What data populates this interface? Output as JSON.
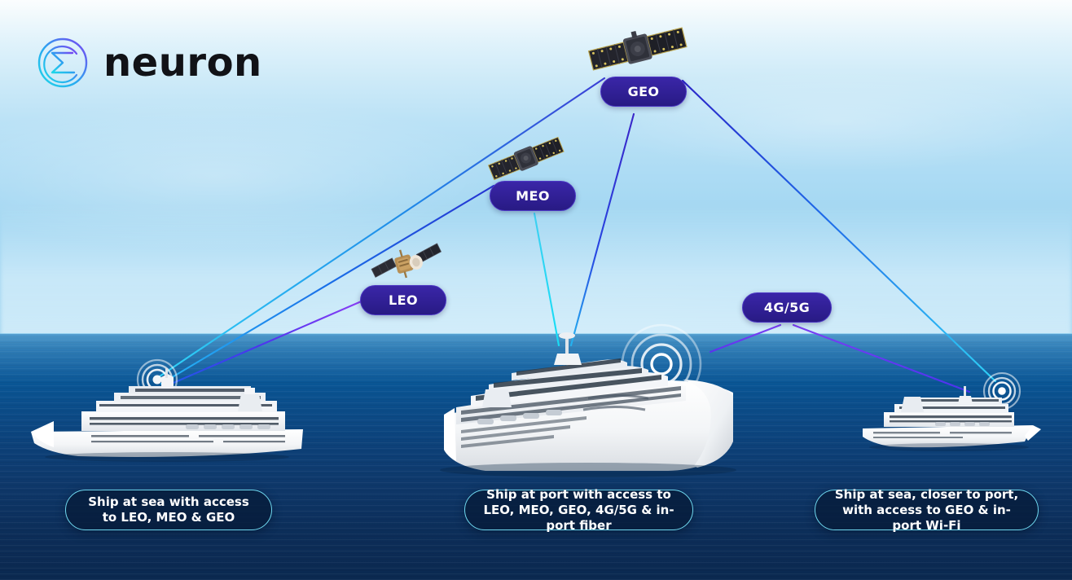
{
  "brand": {
    "name": "neuron",
    "logo_icon": "neuron-sigma-circle-logo",
    "gradient_start": "#22d3ee",
    "gradient_end": "#7c3aed"
  },
  "theme": {
    "pill_fill": "#2a1f9e",
    "pill_text": "#ffffff",
    "caption_fill": "#061c3a",
    "caption_border": "#6fd8ef",
    "caption_text": "#ffffff",
    "sky_top": "#fbfdfe",
    "sky_bottom": "#93cdec",
    "ocean_top": "#1e7fc0",
    "ocean_bottom": "#0b2950",
    "line_cyan": "#25c8f5",
    "line_blue": "#1b63e0",
    "line_indigo": "#2a1fc0",
    "line_violet": "#7b3ff2"
  },
  "orbit_labels": [
    {
      "id": "geo",
      "label": "GEO",
      "satellite_icon": "geo-satellite-icon"
    },
    {
      "id": "meo",
      "label": "MEO",
      "satellite_icon": "meo-satellite-icon"
    },
    {
      "id": "leo",
      "label": "LEO",
      "satellite_icon": "leo-satellite-icon"
    },
    {
      "id": "g45",
      "label": "4G/5G",
      "satellite_icon": "cell-tower-link"
    }
  ],
  "ships": [
    {
      "id": "left",
      "icon": "cruise-ship-icon",
      "signal_icon": "concentric-signal-rings-icon",
      "caption": "Ship at sea with access to LEO, MEO & GEO"
    },
    {
      "id": "center",
      "icon": "cruise-ship-icon",
      "signal_icon": "concentric-signal-rings-icon",
      "caption": "Ship at port with access to LEO, MEO, GEO, 4G/5G & in-port fiber"
    },
    {
      "id": "right",
      "icon": "cruise-ship-icon",
      "signal_icon": "concentric-signal-rings-icon",
      "caption": "Ship at sea, closer to port, with access to GEO & in-port Wi-Fi"
    }
  ],
  "links": [
    {
      "from": "geo",
      "to": "ship-left",
      "color": "#25c8f5"
    },
    {
      "from": "meo",
      "to": "ship-left",
      "color": "#1b86ef"
    },
    {
      "from": "leo",
      "to": "ship-left",
      "color": "#6a33ee"
    },
    {
      "from": "meo",
      "to": "ship-center",
      "color": "#25c8f5"
    },
    {
      "from": "geo",
      "to": "ship-center",
      "color": "#2a1fc0"
    },
    {
      "from": "g45",
      "to": "ship-center",
      "color": "#7b3ff2"
    },
    {
      "from": "g45",
      "to": "ship-right",
      "color": "#5b3af0"
    },
    {
      "from": "geo",
      "to": "ship-right",
      "color": "#2a3fd8"
    }
  ]
}
